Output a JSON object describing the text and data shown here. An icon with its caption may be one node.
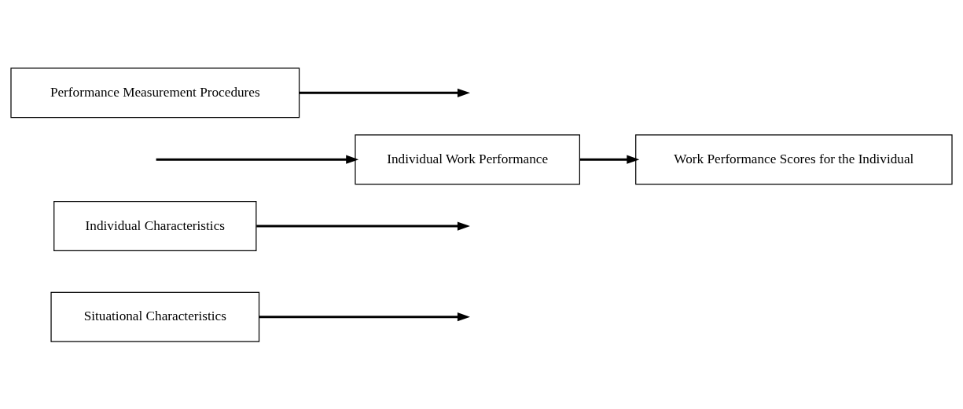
{
  "diagram": {
    "nodes": [
      {
        "text": [
          "Situational Characteristics"
        ]
      },
      {
        "text": [
          "Individual Characteristics"
        ]
      },
      {
        "text": [
          "Individual Work Performance"
        ]
      },
      {
        "text": [
          "Performance Measurement Procedures"
        ]
      },
      {
        "text": [
          "Work Performance Scores for the Individual"
        ]
      }
    ],
    "edges": [
      {
        "from": 0,
        "to": null,
        "arrow": "to"
      },
      {
        "from": 1,
        "to": null,
        "arrow": "to"
      },
      {
        "from": null,
        "to": 2,
        "arrow": "to"
      },
      {
        "from": 2,
        "to": 4,
        "arrow": "to"
      },
      {
        "from": 3,
        "to": null,
        "arrow": "to"
      }
    ]
  }
}
